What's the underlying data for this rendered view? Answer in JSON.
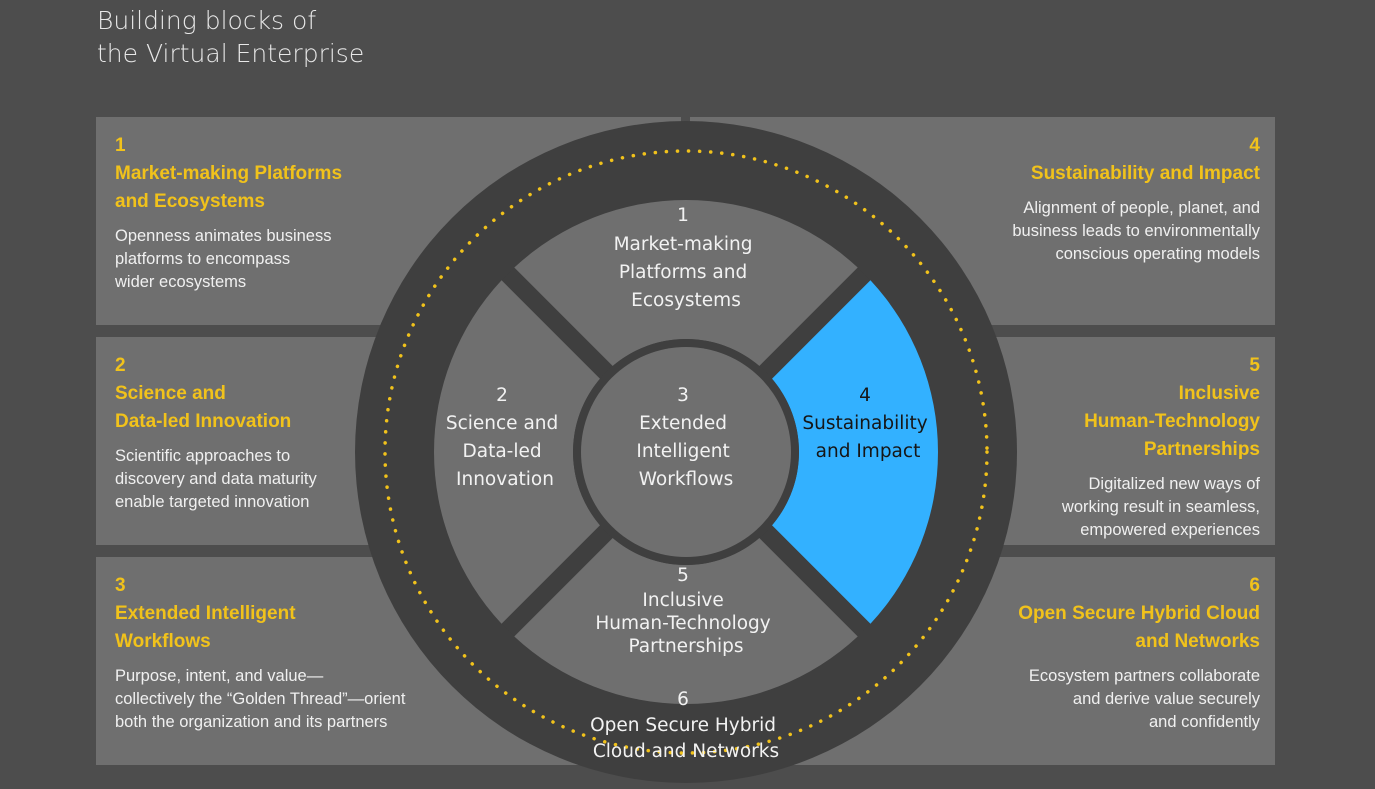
{
  "title": "Building blocks of\nthe Virtual Enterprise",
  "colors": {
    "background": "#4d4d4d",
    "card": "#6f6f6f",
    "ring": "#3f3f3f",
    "segment": "#6f6f6f",
    "highlight": "#33b1ff",
    "accent": "#f1c21b"
  },
  "cards": [
    {
      "num": "1",
      "heading": "Market-making Platforms\nand Ecosystems",
      "desc": "Openness animates business\nplatforms to encompass\nwider ecosystems"
    },
    {
      "num": "2",
      "heading": "Science and\nData-led Innovation",
      "desc": "Scientific approaches to\ndiscovery and data maturity\nenable targeted innovation"
    },
    {
      "num": "3",
      "heading": "Extended Intelligent\nWorkflows",
      "desc": "Purpose, intent, and value—\ncollectively the “Golden Thread”—orient\nboth the organization and its partners"
    },
    {
      "num": "4",
      "heading": "Sustainability and Impact",
      "desc": "Alignment of people, planet, and\nbusiness leads to environmentally\nconscious operating models"
    },
    {
      "num": "5",
      "heading": "Inclusive\nHuman-Technology\nPartnerships",
      "desc": "Digitalized new ways of\nworking result in seamless,\nempowered experiences"
    },
    {
      "num": "6",
      "heading": "Open Secure Hybrid Cloud\nand Networks",
      "desc": "Ecosystem partners collaborate\nand derive value securely\nand confidently"
    }
  ],
  "wheel": {
    "highlighted": "4",
    "segments": [
      {
        "num": "1",
        "lines": [
          "Market-making",
          "Platforms and",
          "Ecosystems"
        ]
      },
      {
        "num": "2",
        "lines": [
          "Science and",
          "Data-led",
          "Innovation"
        ]
      },
      {
        "num": "3",
        "lines": [
          "Extended",
          "Intelligent",
          "Workflows"
        ]
      },
      {
        "num": "4",
        "lines": [
          "Sustainability",
          "and Impact"
        ]
      },
      {
        "num": "5",
        "lines": [
          "Inclusive",
          "Human-Technology",
          "Partnerships"
        ]
      },
      {
        "num": "6",
        "lines": [
          "Open Secure Hybrid",
          "Cloud and Networks"
        ]
      }
    ]
  }
}
